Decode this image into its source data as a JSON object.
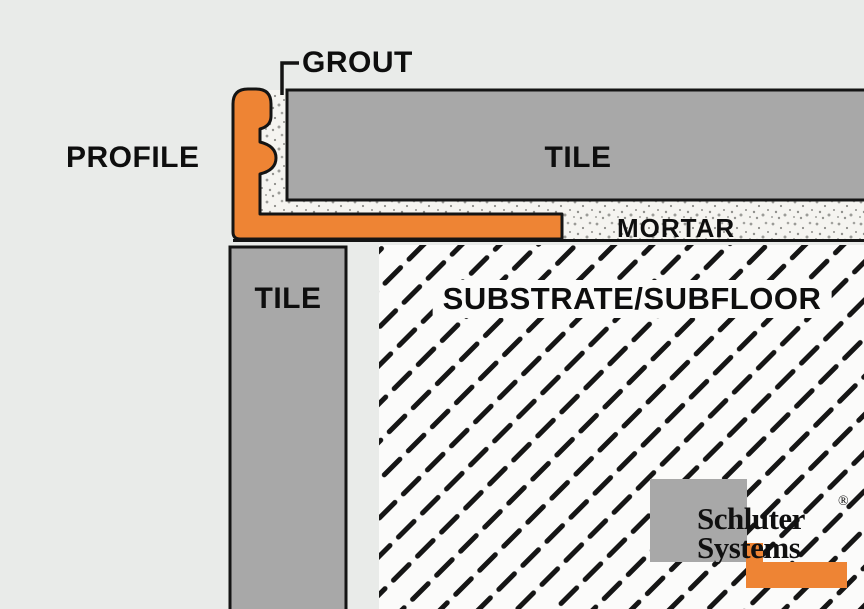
{
  "diagram": {
    "labels": {
      "grout": "GROUT",
      "profile": "PROFILE",
      "tile_top": "TILE",
      "mortar": "MORTAR",
      "tile_wall": "TILE",
      "substrate": "SUBSTRATE/SUBFLOOR"
    },
    "logo": {
      "line1": "Schluter",
      "line2": "Systems",
      "registered": "®"
    },
    "colors": {
      "background": "#e9ebe9",
      "tile_gray": "#a8a8a8",
      "profile_orange": "#ee8434",
      "outline": "#141414",
      "substrate_white": "#fbfbfa",
      "mortar_fill": "#f5f4f0"
    }
  }
}
